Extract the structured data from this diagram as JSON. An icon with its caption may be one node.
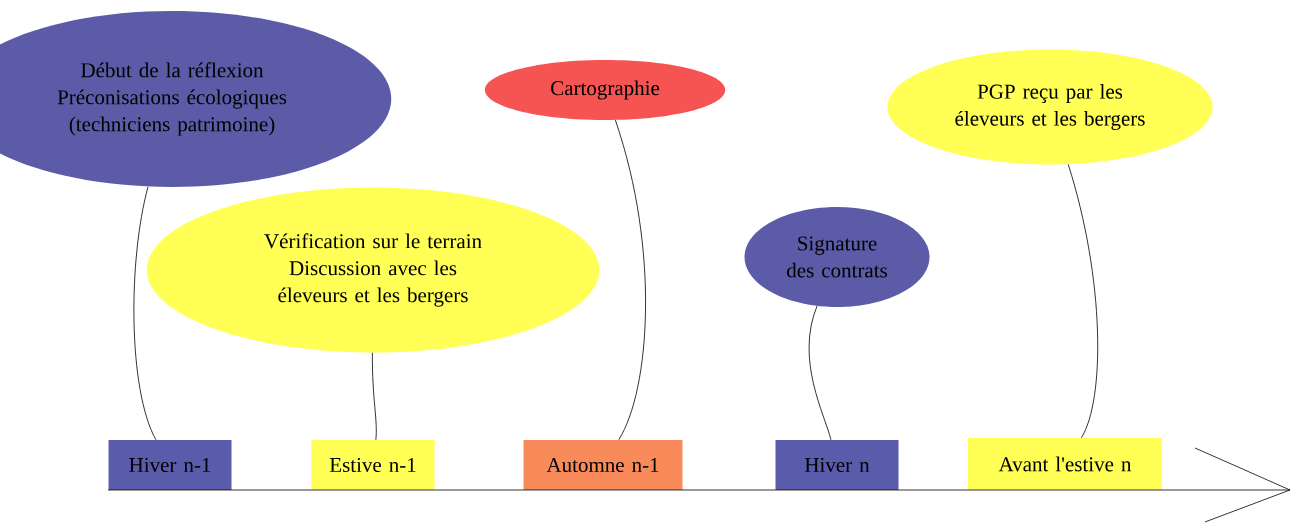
{
  "diagram": {
    "nodes": [
      {
        "text": [
          "Début de la réflexion",
          "Préconisations écologiques (techniciens patrimoine)"
        ]
      },
      {
        "text": [
          "Vérification sur le terrain",
          "Discussion avec les éleveurs et les bergers"
        ]
      },
      {
        "text": [
          "Cartographie"
        ]
      },
      {
        "text": [
          "Signature des contrats"
        ]
      },
      {
        "text": [
          "PGP reçu par les éleveurs et les bergers"
        ]
      },
      {
        "text": [
          "Hiver n-1"
        ]
      },
      {
        "text": [
          "Estive n-1"
        ]
      },
      {
        "text": [
          "Automne n-1"
        ]
      },
      {
        "text": [
          "Hiver n"
        ]
      },
      {
        "text": [
          "Avant l'estive n"
        ]
      }
    ],
    "edges": [
      {
        "from": 0,
        "to": 5,
        "arrow": "none"
      },
      {
        "from": 1,
        "to": 6,
        "arrow": "none"
      },
      {
        "from": 2,
        "to": 7,
        "arrow": "none"
      },
      {
        "from": 3,
        "to": 8,
        "arrow": "none"
      },
      {
        "from": 4,
        "to": 9,
        "arrow": "none"
      }
    ]
  }
}
